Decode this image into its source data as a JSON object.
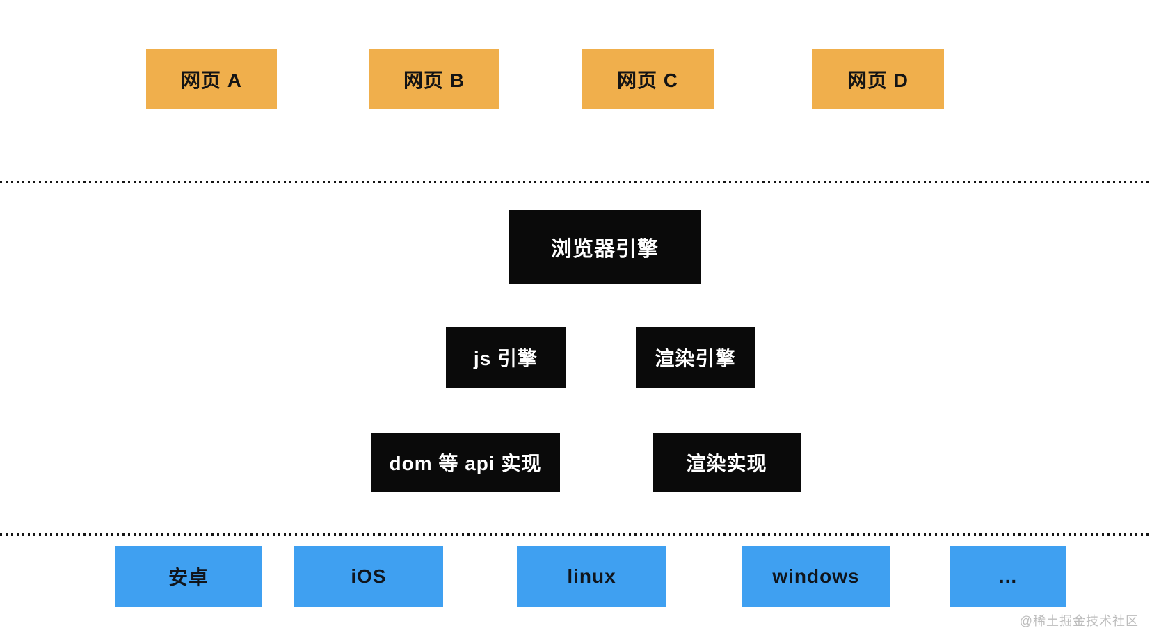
{
  "diagram": {
    "title_hint": "browser-architecture-diagram",
    "webpages": {
      "items": [
        {
          "label": "网页 A"
        },
        {
          "label": "网页 B"
        },
        {
          "label": "网页 C"
        },
        {
          "label": "网页 D"
        }
      ]
    },
    "browser_engine": {
      "label": "浏览器引擎"
    },
    "engines": {
      "items": [
        {
          "label": "js 引擎"
        },
        {
          "label": "渲染引擎"
        }
      ]
    },
    "implementations": {
      "items": [
        {
          "label": "dom 等 api 实现"
        },
        {
          "label": "渲染实现"
        }
      ]
    },
    "platforms": {
      "items": [
        {
          "label": "安卓"
        },
        {
          "label": "iOS"
        },
        {
          "label": "linux"
        },
        {
          "label": "windows"
        },
        {
          "label": "..."
        }
      ]
    },
    "watermark": "@稀土掘金技术社区"
  },
  "colors": {
    "webpage_box": "#F0AF4C",
    "engine_box": "#0A0A0A",
    "platform_box": "#3FA0F1",
    "divider_dots": "#151515",
    "watermark_text": "#BDBDBD",
    "background": "#FFFFFF"
  }
}
